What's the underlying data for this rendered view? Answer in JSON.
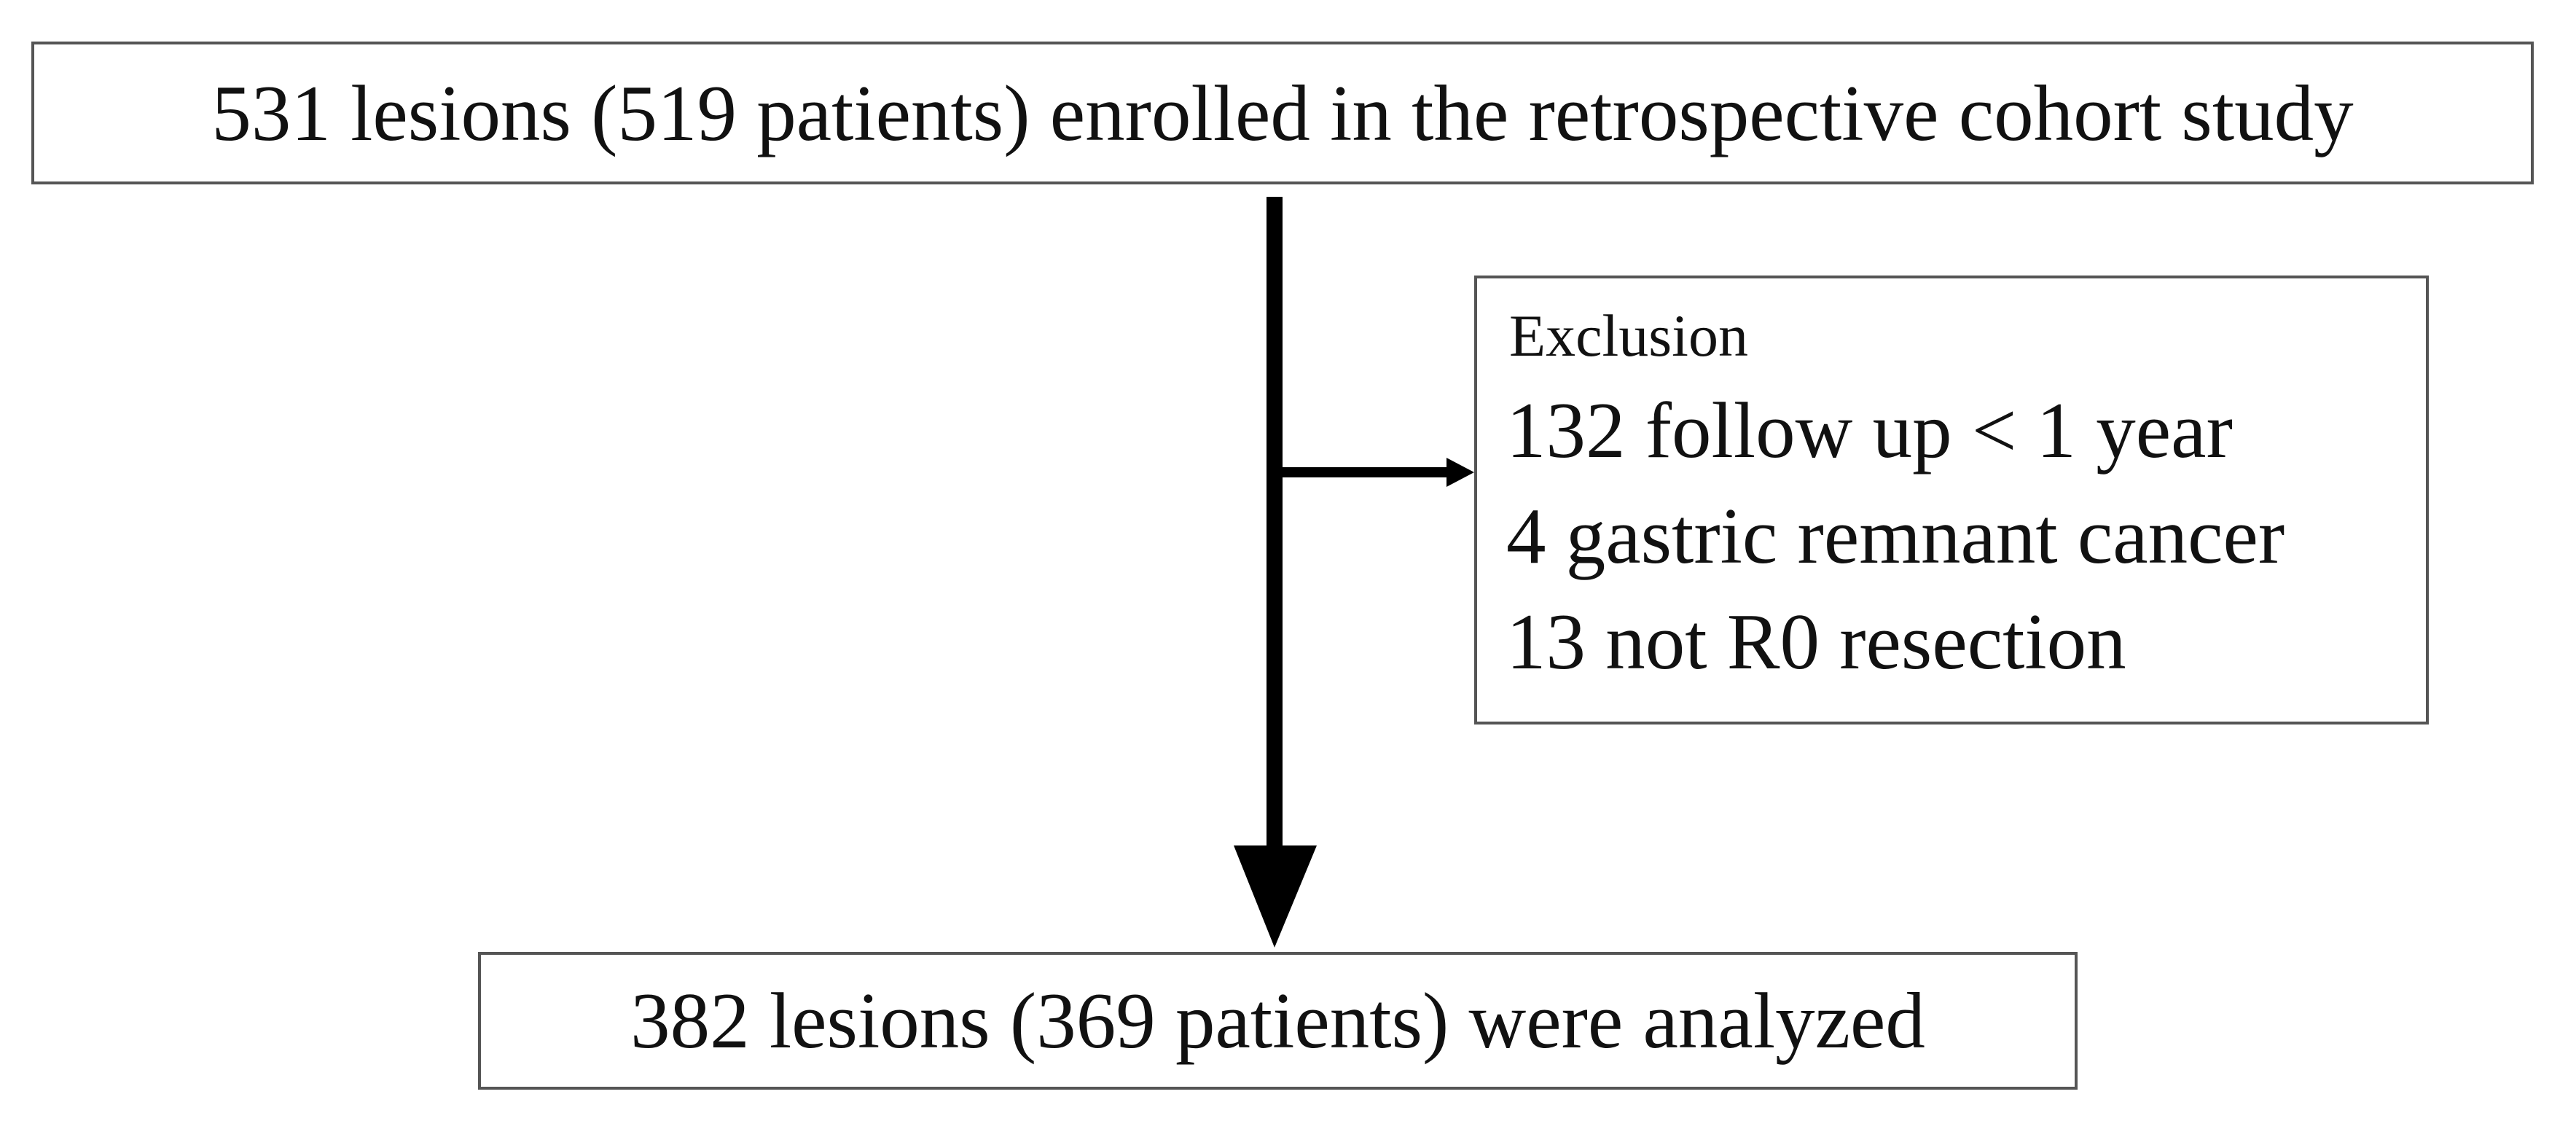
{
  "flowchart": {
    "enrolled": "531 lesions (519 patients) enrolled in the retrospective cohort study",
    "exclusion": {
      "heading": "Exclusion",
      "items": [
        "132 follow up < 1 year",
        "4 gastric remnant cancer",
        "13 not R0 resection"
      ]
    },
    "analyzed": "382 lesions (369 patients) were analyzed"
  },
  "colors": {
    "line": "#000000",
    "box_border": "#555555",
    "text": "#111111",
    "background": "#ffffff"
  }
}
